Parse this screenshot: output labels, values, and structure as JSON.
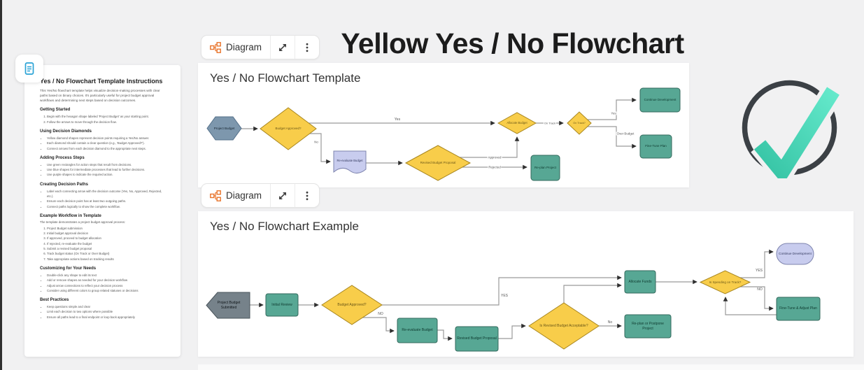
{
  "page": {
    "title": "Yellow Yes / No Flowchart"
  },
  "toolbar": {
    "diagram_label": "Diagram"
  },
  "colors": {
    "teal": "#57a794",
    "teal_border": "#33695c",
    "yellow": "#f8cd4a",
    "yellow_border": "#a8861f",
    "lavender": "#c8ccee",
    "lavender_border": "#7e84ae",
    "slate": "#7d97ad",
    "slate_border": "#54708a",
    "gray_shape": "#76828a",
    "gray_border": "#4a545b",
    "edge": "#9a9a9a",
    "arrow": "#2f2f2f",
    "diagram_icon": "#e8732a",
    "doc_icon": "#2aa3d6"
  },
  "logo": {
    "circle_color": "#3b4045",
    "check_from": "#35c3a4",
    "check_to": "#64e9cb"
  },
  "sidebar": {
    "title": "Yes / No Flowchart Template Instructions",
    "intro": "This Yes/No flowchart template helps visualize decision-making processes with clear paths based on binary choices. It's particularly useful for project budget approval workflows and determining next steps based on decision outcomes.",
    "sections": [
      {
        "heading": "Getting Started",
        "type": "ol",
        "items": [
          "Begin with the hexagon shape labeled 'Project Budget' as your starting point.",
          "Follow the arrows to move through the decision flow."
        ]
      },
      {
        "heading": "Using Decision Diamonds",
        "type": "ul",
        "items": [
          "Yellow diamond shapes represent decision points requiring a Yes/No answer.",
          "Each diamond should contain a clear question (e.g., 'Budget Approved?').",
          "Connect arrows from each decision diamond to the appropriate next steps."
        ]
      },
      {
        "heading": "Adding Process Steps",
        "type": "ul",
        "items": [
          "Use green rectangles for action steps that result from decisions.",
          "Use blue shapes for intermediate processes that lead to further decisions.",
          "Use purple shapes to indicate the required action."
        ]
      },
      {
        "heading": "Creating Decision Paths",
        "type": "ul",
        "items": [
          "Label each connecting arrow with the decision outcome (Yes, No, Approved, Rejected, etc.).",
          "Ensure each decision point has at least two outgoing paths.",
          "Connect paths logically to show the complete workflow."
        ]
      },
      {
        "heading": "Example Workflow in Template",
        "type": "ol",
        "lead": "The template demonstrates a project budget approval process:",
        "items": [
          "Project Budget submission",
          "Initial budget approval decision",
          "If approved, proceed to budget allocation",
          "If rejected, re-evaluate the budget",
          "Submit a revised budget proposal",
          "Track budget status (On Track or Over Budget)",
          "Take appropriate actions based on tracking results"
        ]
      },
      {
        "heading": "Customizing for Your Needs",
        "type": "ul",
        "items": [
          "Double-click any shape to edit its text",
          "Add or remove shapes as needed for your decision workflow",
          "Adjust arrow connections to reflect your decision process",
          "Consider using different colors to group related statuses or decisions"
        ]
      },
      {
        "heading": "Best Practices",
        "type": "ul",
        "items": [
          "Keep questions simple and clear",
          "Limit each decision to two options where possible",
          "Ensure all paths lead to a final endpoint or loop back appropriately"
        ]
      }
    ]
  },
  "diagram1": {
    "title": "Yes / No Flowchart Template",
    "nodes": {
      "start": "Project Budget",
      "budget_approved": "Budget Approved?",
      "reevaluate": "Re-evaluate Budget",
      "revised": "Revised Budget Proposal",
      "allocate": "Allocate Budget",
      "on_track": "On Track?",
      "continue_dev": "Continue Development",
      "fine_tune": "Fine-Tune Plan",
      "replan": "Re-plan Project"
    },
    "edges": {
      "yes": "Yes",
      "no": "No",
      "approved": "Approved",
      "rejected": "Rejected",
      "on_track": "On Track",
      "yes2": "Yes",
      "over_budget": "Over Budget"
    }
  },
  "diagram2": {
    "title": "Yes / No Flowchart Example",
    "nodes": {
      "start": "Project Budget Submitted",
      "initial_review": "Initial Review",
      "budget_approved": "Budget Approved?",
      "reevaluate": "Re-evaluate Budget",
      "revised": "Revised Budget Proposal",
      "acceptable": "Is Revised Budget Acceptable?",
      "allocate": "Allocate Funds",
      "spending": "Is Spending on Track?",
      "continue_dev": "Continue Development",
      "fine_tune": "Fine-Tune & Adjust Plan",
      "replan": "Re-plan or Postpone Project"
    },
    "edges": {
      "yes": "YES",
      "no": "NO",
      "no_big": "No",
      "yes_spend": "YES",
      "no_spend": "NO"
    }
  }
}
